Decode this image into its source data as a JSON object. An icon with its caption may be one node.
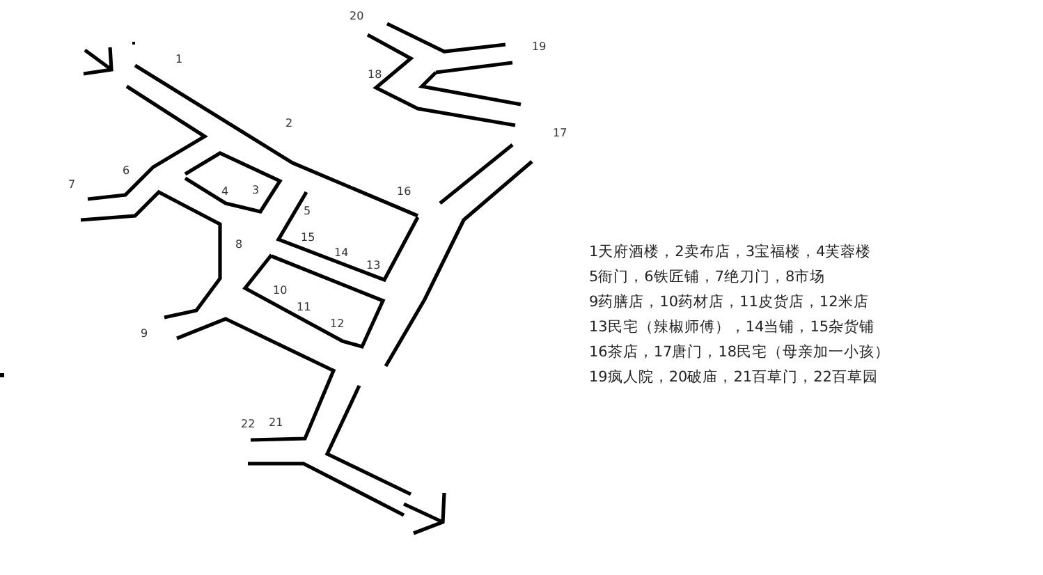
{
  "diagram": {
    "labels": [
      "20",
      "19",
      "1",
      "18",
      "2",
      "17",
      "6",
      "7",
      "4",
      "3",
      "16",
      "5",
      "15",
      "8",
      "14",
      "13",
      "10",
      "11",
      "12",
      "9",
      "21",
      "22",
      "1天府酒楼，2卖布店，3宝福楼，4芙蓉楼",
      "5衙门，6铁匠铺，7绝刀门，8市场",
      "9药膳店，10药材店，11皮货店，12米店",
      "13民宅（辣椒师傅），14当铺，15杂货铺",
      "16茶店，17唐门，18民宅（母亲加一小孩）",
      "19疯人院，20破庙，21百草门，22百草园"
    ]
  }
}
